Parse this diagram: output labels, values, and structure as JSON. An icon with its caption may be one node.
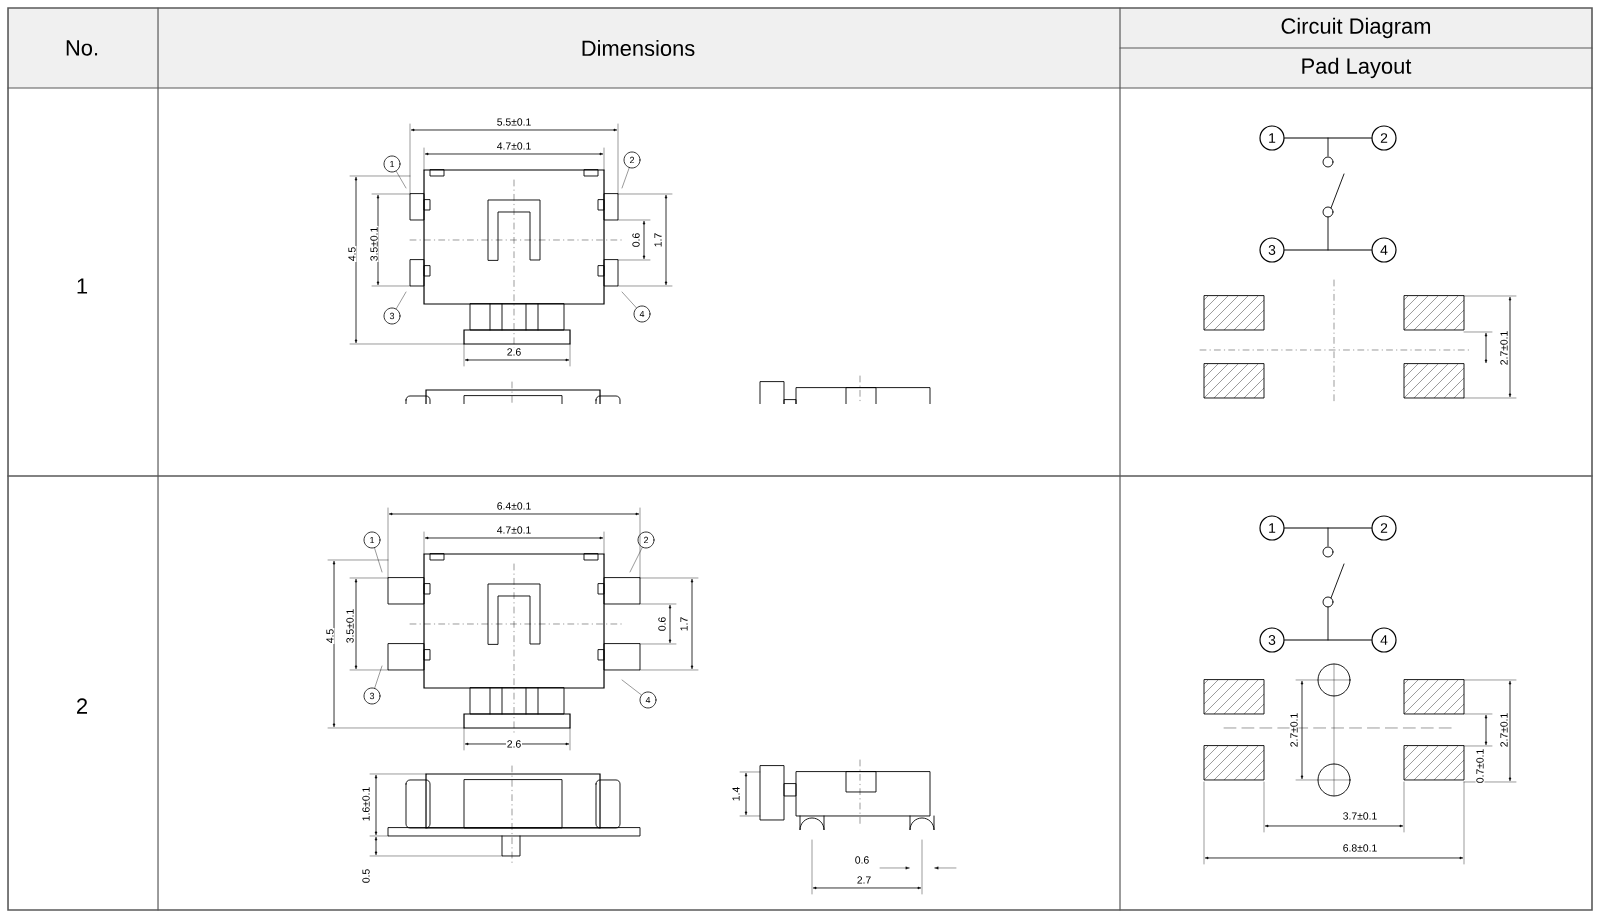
{
  "diagram": {
    "nodes": [
      {
        "text": [
          "1"
        ]
      },
      {
        "text": [
          "2"
        ]
      },
      {
        "text": [
          "3"
        ]
      },
      {
        "text": [
          "4"
        ]
      },
      {
        "text": [
          "1"
        ]
      },
      {
        "text": [
          "2"
        ]
      },
      {
        "text": [
          "3"
        ]
      },
      {
        "text": [
          "4"
        ]
      },
      {
        "text": [
          "1"
        ]
      },
      {
        "text": [
          "2"
        ]
      },
      {
        "text": [
          "3"
        ]
      },
      {
        "text": [
          "4"
        ]
      },
      {
        "text": [
          "1"
        ]
      },
      {
        "text": [
          "2"
        ]
      },
      {
        "text": [
          "3"
        ]
      },
      {
        "text": [
          "4"
        ]
      }
    ],
    "edges": [
      {
        "from": 0,
        "to": null,
        "arrow": "none"
      },
      {
        "from": 1,
        "to": null,
        "arrow": "none"
      },
      {
        "from": 2,
        "to": null,
        "arrow": "none"
      },
      {
        "from": 3,
        "to": null,
        "arrow": "none"
      },
      {
        "from": 4,
        "to": 5,
        "arrow": "none"
      },
      {
        "from": 6,
        "to": 7,
        "arrow": "none"
      },
      {
        "from": 8,
        "to": null,
        "arrow": "none"
      },
      {
        "from": 9,
        "to": null,
        "arrow": "none"
      },
      {
        "from": 10,
        "to": null,
        "arrow": "none"
      },
      {
        "from": 11,
        "to": null,
        "arrow": "none"
      },
      {
        "from": 12,
        "to": 13,
        "arrow": "none"
      },
      {
        "from": 14,
        "to": 15,
        "arrow": "none"
      }
    ],
    "labels": [
      "No.",
      "Dimensions",
      "Circuit Diagram",
      "Pad Layout",
      "1",
      "5.5±0.1",
      "4.7±0.1",
      "4.5",
      "3.5±0.1",
      "0.6",
      "1.7",
      "2.6",
      "2.7±0.1",
      "2",
      "6.4±0.1",
      "4.7±0.1",
      "4.5",
      "3.5±0.1",
      "0.6",
      "1.7",
      "2.6",
      "1.6±0.1",
      "0.5",
      "1.4",
      "0.6",
      "2.7",
      "2.7±0.1",
      "2.7±0.1",
      "0.7±0.1",
      "3.7±0.1",
      "6.8±0.1"
    ]
  }
}
